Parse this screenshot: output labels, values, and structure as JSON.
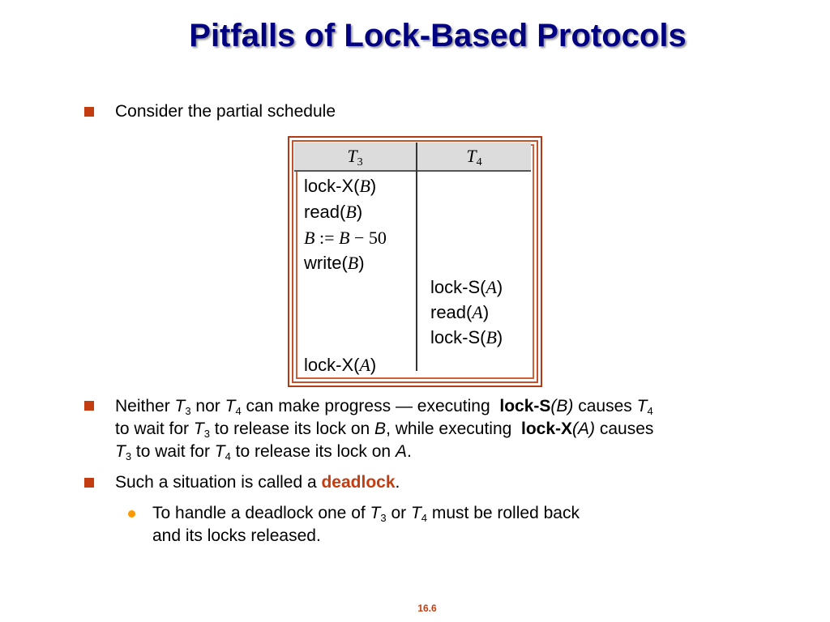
{
  "slide": {
    "title": "Pitfalls of Lock-Based Protocols",
    "page_number": "16.6"
  },
  "bullets": {
    "b1": "Consider the partial schedule",
    "b2": {
      "l1_a": "Neither ",
      "t3": "T",
      "sub3": "3",
      "l1_b": " nor ",
      "t4": "T",
      "sub4": "4",
      "l1_c": " can make progress — executing ",
      "lock_s": "lock-S",
      "lock_s_arg": "(B)",
      "l1_d": " causes ",
      "l2_a": "to wait for ",
      "l2_b": " to release its lock on ",
      "B": "B",
      "l2_c": ", while executing ",
      "lock_x": "lock-X",
      "lock_x_arg": "(A)",
      "l2_d": " causes",
      "l3_a": "  to wait for ",
      "l3_b": " to release its lock on ",
      "A": "A",
      "l3_c": "."
    },
    "b3": {
      "a": "Such a situation is called a ",
      "deadlock": "deadlock",
      "b": "."
    },
    "b3_sub": {
      "l1_a": "To handle a deadlock one of ",
      "l1_b": " or ",
      "l1_c": " must be rolled back",
      "l2": "and its locks released."
    }
  },
  "schedule": {
    "headers": [
      "T3",
      "T4"
    ],
    "t3_ops": [
      "lock-X(B)",
      "read(B)",
      "B := B − 50",
      "write(B)"
    ],
    "t4_ops": [
      "lock-S(A)",
      "read(A)",
      "lock-S(B)"
    ],
    "t3_last": "lock-X(A)"
  }
}
